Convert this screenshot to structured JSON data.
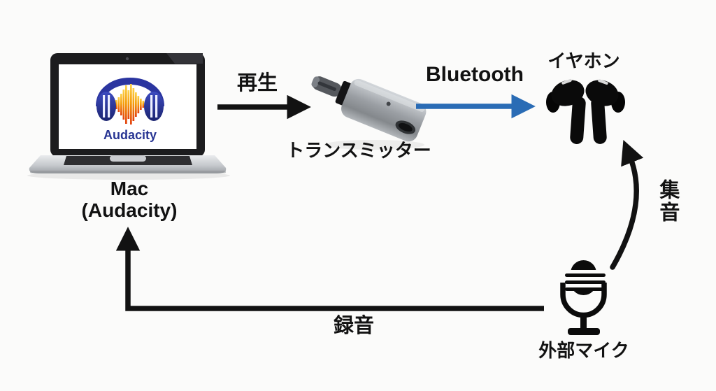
{
  "diagram": {
    "title_semantic": "audacity-bluetooth-recording-flow",
    "background_color": "#fbfbfa",
    "ink_color": "#121212",
    "nodes": {
      "mac": {
        "label_line1": "Mac",
        "label_line2": "(Audacity)",
        "screen_logo_text": "Audacity",
        "icon": "laptop-with-audacity-logo"
      },
      "transmitter": {
        "label": "トランスミッター",
        "icon": "usb-c-bluetooth-transmitter"
      },
      "earphones": {
        "label": "イヤホン",
        "icon": "wireless-earbuds"
      },
      "microphone": {
        "label": "外部マイク",
        "icon": "retro-microphone"
      }
    },
    "edges": {
      "playback": {
        "label": "再生",
        "color": "#121212",
        "from": "mac",
        "to": "transmitter"
      },
      "bluetooth": {
        "label": "Bluetooth",
        "color": "#2a6cb5",
        "from": "transmitter",
        "to": "earphones"
      },
      "collect": {
        "label": "集音",
        "color": "#121212",
        "from": "microphone",
        "to": "earphones"
      },
      "record": {
        "label": "録音",
        "color": "#121212",
        "from": "microphone",
        "to": "mac"
      }
    },
    "logo_colors": {
      "headphone_blue": "#2b35a0",
      "text_blue": "#283593",
      "wave_top": "#fcd34d",
      "wave_bottom": "#e2400f"
    }
  }
}
